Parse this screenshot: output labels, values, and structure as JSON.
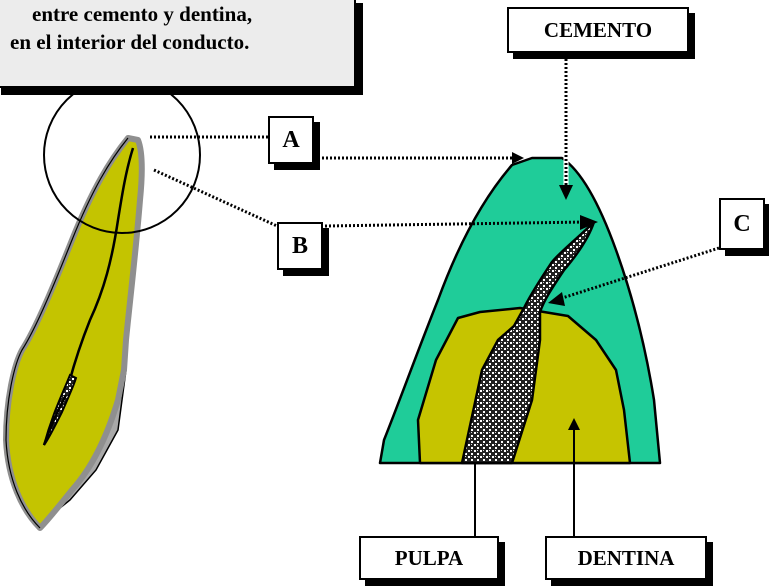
{
  "caption": {
    "line1": "entre cemento y dentina,",
    "line2": "en el interior del conducto."
  },
  "labels": {
    "cemento": "CEMENTO",
    "a": "A",
    "b": "B",
    "c": "C",
    "pulpa": "PULPA",
    "dentina": "DENTINA"
  },
  "colors": {
    "cemento": "#1fcc99",
    "dentina": "#c6c400",
    "pulpa_dots": "#ffffff",
    "pulpa_base": "#222222",
    "root_outline": "#8a8a8a",
    "root_shadow": "#a9a9a9"
  }
}
